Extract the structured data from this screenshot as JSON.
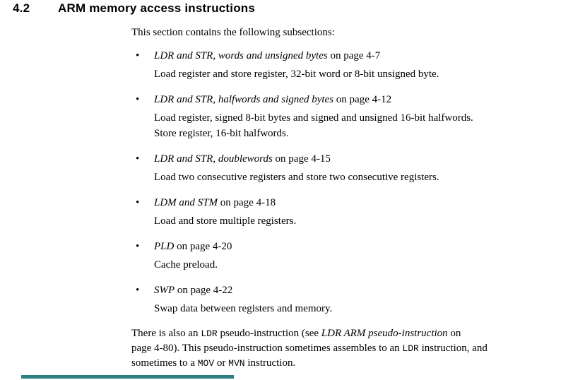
{
  "page": {
    "bullet_glyph": "•",
    "heading": {
      "section_number": "4.2",
      "section_title": "ARM memory access instructions"
    },
    "intro": "This section contains the following subsections:",
    "subsections": [
      {
        "title": "LDR and STR, words and unsigned bytes",
        "page_ref": "on page 4-7",
        "description_lines": [
          "Load register and store register, 32-bit word or 8-bit unsigned byte."
        ]
      },
      {
        "title": "LDR and STR, halfwords and signed bytes",
        "page_ref": "on page 4-12",
        "description_lines": [
          "Load register, signed 8-bit bytes and signed and unsigned 16-bit halfwords.",
          "Store register, 16-bit halfwords."
        ]
      },
      {
        "title": "LDR and STR, doublewords",
        "page_ref": "on page 4-15",
        "description_lines": [
          "Load two consecutive registers and store two consecutive registers."
        ]
      },
      {
        "title": "LDM and STM",
        "page_ref": "on page 4-18",
        "description_lines": [
          "Load and store multiple registers."
        ]
      },
      {
        "title": "PLD",
        "page_ref": "on page 4-20",
        "description_lines": [
          "Cache preload."
        ]
      },
      {
        "title": "SWP",
        "page_ref": "on page 4-22",
        "description_lines": [
          "Swap data between registers and memory."
        ]
      }
    ],
    "closing": {
      "line1": {
        "t1": "There is also an ",
        "c1": "LDR",
        "t2": " pseudo-instruction (see ",
        "ref": "LDR ARM pseudo-instruction",
        "t3": " on"
      },
      "line2": {
        "t1": "page 4-80). This pseudo-instruction sometimes assembles to an ",
        "c1": "LDR",
        "t2": " instruction, and"
      },
      "line3": {
        "t1": "sometimes to a ",
        "c1": "MOV",
        "t2": " or ",
        "c2": "MVN",
        "t3": " instruction."
      }
    },
    "colors": {
      "footer_bar": "#2e7f7f",
      "text": "#000000"
    }
  }
}
